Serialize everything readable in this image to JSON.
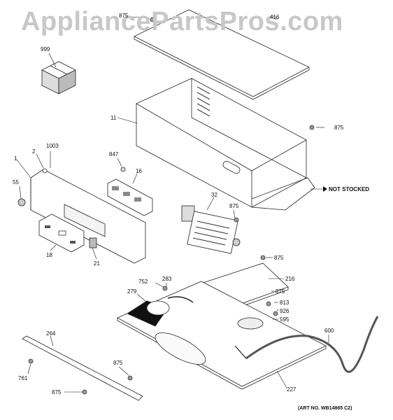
{
  "watermark": "AppliancePartsPros.com",
  "art_no": "(ART NO. WB14865 C2)",
  "not_stocked": "NOT STOCKED",
  "parts": [
    {
      "id": "p875a",
      "text": "875"
    },
    {
      "id": "p416",
      "text": "416"
    },
    {
      "id": "p999",
      "text": "999"
    },
    {
      "id": "p11",
      "text": "11"
    },
    {
      "id": "p875b",
      "text": "875"
    },
    {
      "id": "p2",
      "text": "2"
    },
    {
      "id": "p1003",
      "text": "1003"
    },
    {
      "id": "p847",
      "text": "847"
    },
    {
      "id": "p1",
      "text": "1"
    },
    {
      "id": "p16",
      "text": "16"
    },
    {
      "id": "p55",
      "text": "55"
    },
    {
      "id": "p32",
      "text": "32"
    },
    {
      "id": "p875c",
      "text": "875"
    },
    {
      "id": "p18",
      "text": "18"
    },
    {
      "id": "p21",
      "text": "21"
    },
    {
      "id": "p875d",
      "text": "875"
    },
    {
      "id": "p216",
      "text": "216"
    },
    {
      "id": "p752",
      "text": "752"
    },
    {
      "id": "p283",
      "text": "283"
    },
    {
      "id": "p279",
      "text": "279"
    },
    {
      "id": "p875e",
      "text": "875"
    },
    {
      "id": "p813",
      "text": "813"
    },
    {
      "id": "p926",
      "text": "926"
    },
    {
      "id": "p595",
      "text": "595"
    },
    {
      "id": "p600",
      "text": "600"
    },
    {
      "id": "p264",
      "text": "264"
    },
    {
      "id": "p875f",
      "text": "875"
    },
    {
      "id": "p761",
      "text": "761"
    },
    {
      "id": "p227",
      "text": "227"
    },
    {
      "id": "p875g",
      "text": "875"
    }
  ]
}
